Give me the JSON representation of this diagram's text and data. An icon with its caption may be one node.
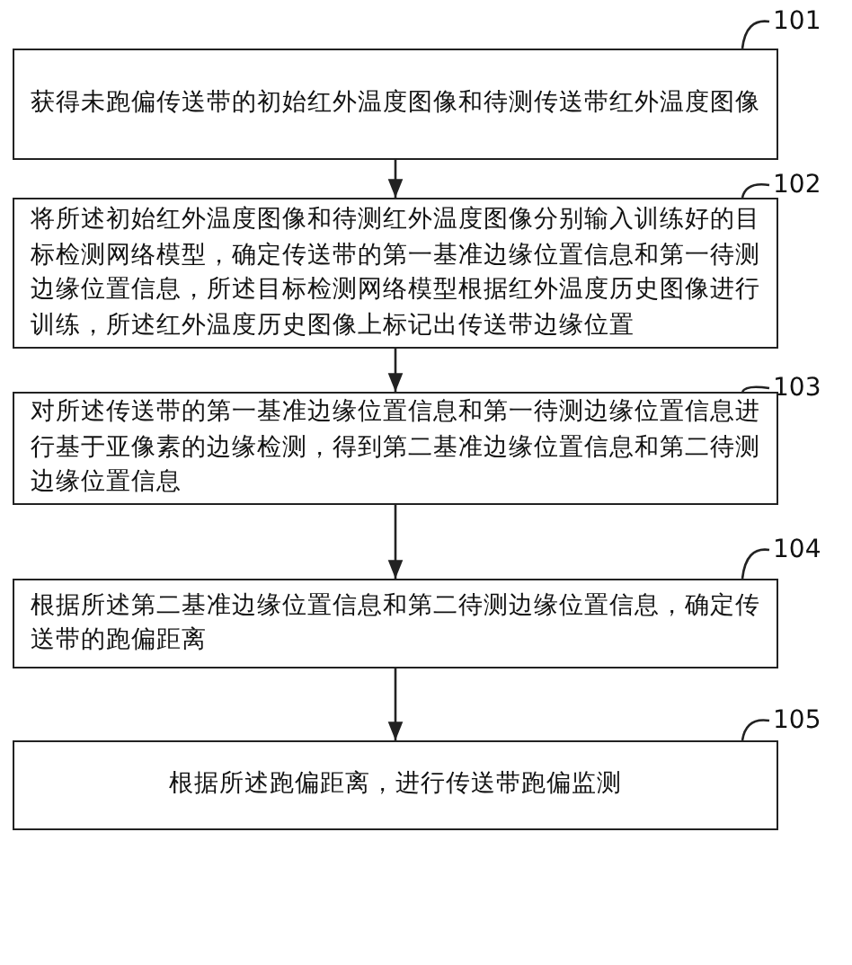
{
  "diagram": {
    "nodes": [
      {
        "text": [
          "101"
        ]
      },
      {
        "text": [
          "获得未跑偏传送带的初始红外温度图像和待测传送带红外温度图像"
        ]
      },
      {
        "text": [
          "102"
        ]
      },
      {
        "text": [
          "将所述初始红外温度图像和待测红外温度图像分别输入训练好的目标检测网络模型，确定传送带的第一基准边缘位置信息和第一待测边缘位置信息，所述目标检测网络模型根据红外温度历史图像进行训练，所述红外温度历史图像上标记出传送带边缘位置"
        ]
      },
      {
        "text": [
          "103"
        ]
      },
      {
        "text": [
          "对所述传送带的第一基准边缘位置信息和第一待测边缘位置信息进行基于亚像素的边缘检测，得到第二基准边缘位置信息和第二待测边缘位置信息"
        ]
      },
      {
        "text": [
          "104"
        ]
      },
      {
        "text": [
          "根据所述第二基准边缘位置信息和第二待测边缘位置信息，确定传送带的跑偏距离"
        ]
      },
      {
        "text": [
          "105"
        ]
      },
      {
        "text": [
          "根据所述跑偏距离，进行传送带跑偏监测"
        ]
      }
    ],
    "edges": [
      {
        "from": 0,
        "to": 1,
        "arrow": "none"
      },
      {
        "from": 2,
        "to": 3,
        "arrow": "none"
      },
      {
        "from": 4,
        "to": 5,
        "arrow": "none"
      },
      {
        "from": 6,
        "to": 7,
        "arrow": "none"
      },
      {
        "from": 8,
        "to": 9,
        "arrow": "none"
      },
      {
        "from": 1,
        "to": 3,
        "arrow": "to"
      },
      {
        "from": 3,
        "to": 5,
        "arrow": "to"
      },
      {
        "from": 5,
        "to": 7,
        "arrow": "to"
      },
      {
        "from": 7,
        "to": 9,
        "arrow": "to"
      }
    ]
  }
}
